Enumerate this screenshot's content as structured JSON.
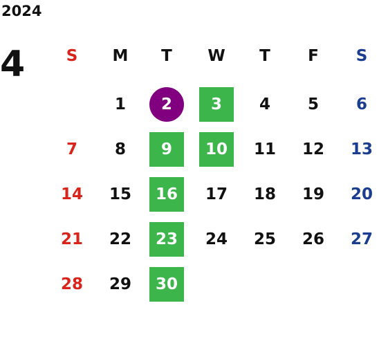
{
  "year": "2024",
  "month": "4",
  "colors": {
    "sunday": "#d9241c",
    "saturday": "#1a3d91",
    "weekday": "#111111",
    "today_bg": "#800080",
    "marked_bg": "#3cb54a",
    "marked_text": "#ffffff"
  },
  "weekdays": [
    {
      "label": "S",
      "type": "sunday"
    },
    {
      "label": "M",
      "type": "weekday"
    },
    {
      "label": "T",
      "type": "weekday"
    },
    {
      "label": "W",
      "type": "weekday"
    },
    {
      "label": "T",
      "type": "weekday"
    },
    {
      "label": "F",
      "type": "weekday"
    },
    {
      "label": "S",
      "type": "saturday"
    }
  ],
  "days": [
    {
      "d": "1",
      "col": 1,
      "row": 0,
      "mark": "none"
    },
    {
      "d": "2",
      "col": 2,
      "row": 0,
      "mark": "circle"
    },
    {
      "d": "3",
      "col": 3,
      "row": 0,
      "mark": "square"
    },
    {
      "d": "4",
      "col": 4,
      "row": 0,
      "mark": "none"
    },
    {
      "d": "5",
      "col": 5,
      "row": 0,
      "mark": "none"
    },
    {
      "d": "6",
      "col": 6,
      "row": 0,
      "mark": "none"
    },
    {
      "d": "7",
      "col": 0,
      "row": 1,
      "mark": "none"
    },
    {
      "d": "8",
      "col": 1,
      "row": 1,
      "mark": "none"
    },
    {
      "d": "9",
      "col": 2,
      "row": 1,
      "mark": "square"
    },
    {
      "d": "10",
      "col": 3,
      "row": 1,
      "mark": "square"
    },
    {
      "d": "11",
      "col": 4,
      "row": 1,
      "mark": "none"
    },
    {
      "d": "12",
      "col": 5,
      "row": 1,
      "mark": "none"
    },
    {
      "d": "13",
      "col": 6,
      "row": 1,
      "mark": "none"
    },
    {
      "d": "14",
      "col": 0,
      "row": 2,
      "mark": "none"
    },
    {
      "d": "15",
      "col": 1,
      "row": 2,
      "mark": "none"
    },
    {
      "d": "16",
      "col": 2,
      "row": 2,
      "mark": "square"
    },
    {
      "d": "17",
      "col": 3,
      "row": 2,
      "mark": "none"
    },
    {
      "d": "18",
      "col": 4,
      "row": 2,
      "mark": "none"
    },
    {
      "d": "19",
      "col": 5,
      "row": 2,
      "mark": "none"
    },
    {
      "d": "20",
      "col": 6,
      "row": 2,
      "mark": "none"
    },
    {
      "d": "21",
      "col": 0,
      "row": 3,
      "mark": "none"
    },
    {
      "d": "22",
      "col": 1,
      "row": 3,
      "mark": "none"
    },
    {
      "d": "23",
      "col": 2,
      "row": 3,
      "mark": "square"
    },
    {
      "d": "24",
      "col": 3,
      "row": 3,
      "mark": "none"
    },
    {
      "d": "25",
      "col": 4,
      "row": 3,
      "mark": "none"
    },
    {
      "d": "26",
      "col": 5,
      "row": 3,
      "mark": "none"
    },
    {
      "d": "27",
      "col": 6,
      "row": 3,
      "mark": "none"
    },
    {
      "d": "28",
      "col": 0,
      "row": 4,
      "mark": "none"
    },
    {
      "d": "29",
      "col": 1,
      "row": 4,
      "mark": "none"
    },
    {
      "d": "30",
      "col": 2,
      "row": 4,
      "mark": "square"
    }
  ]
}
